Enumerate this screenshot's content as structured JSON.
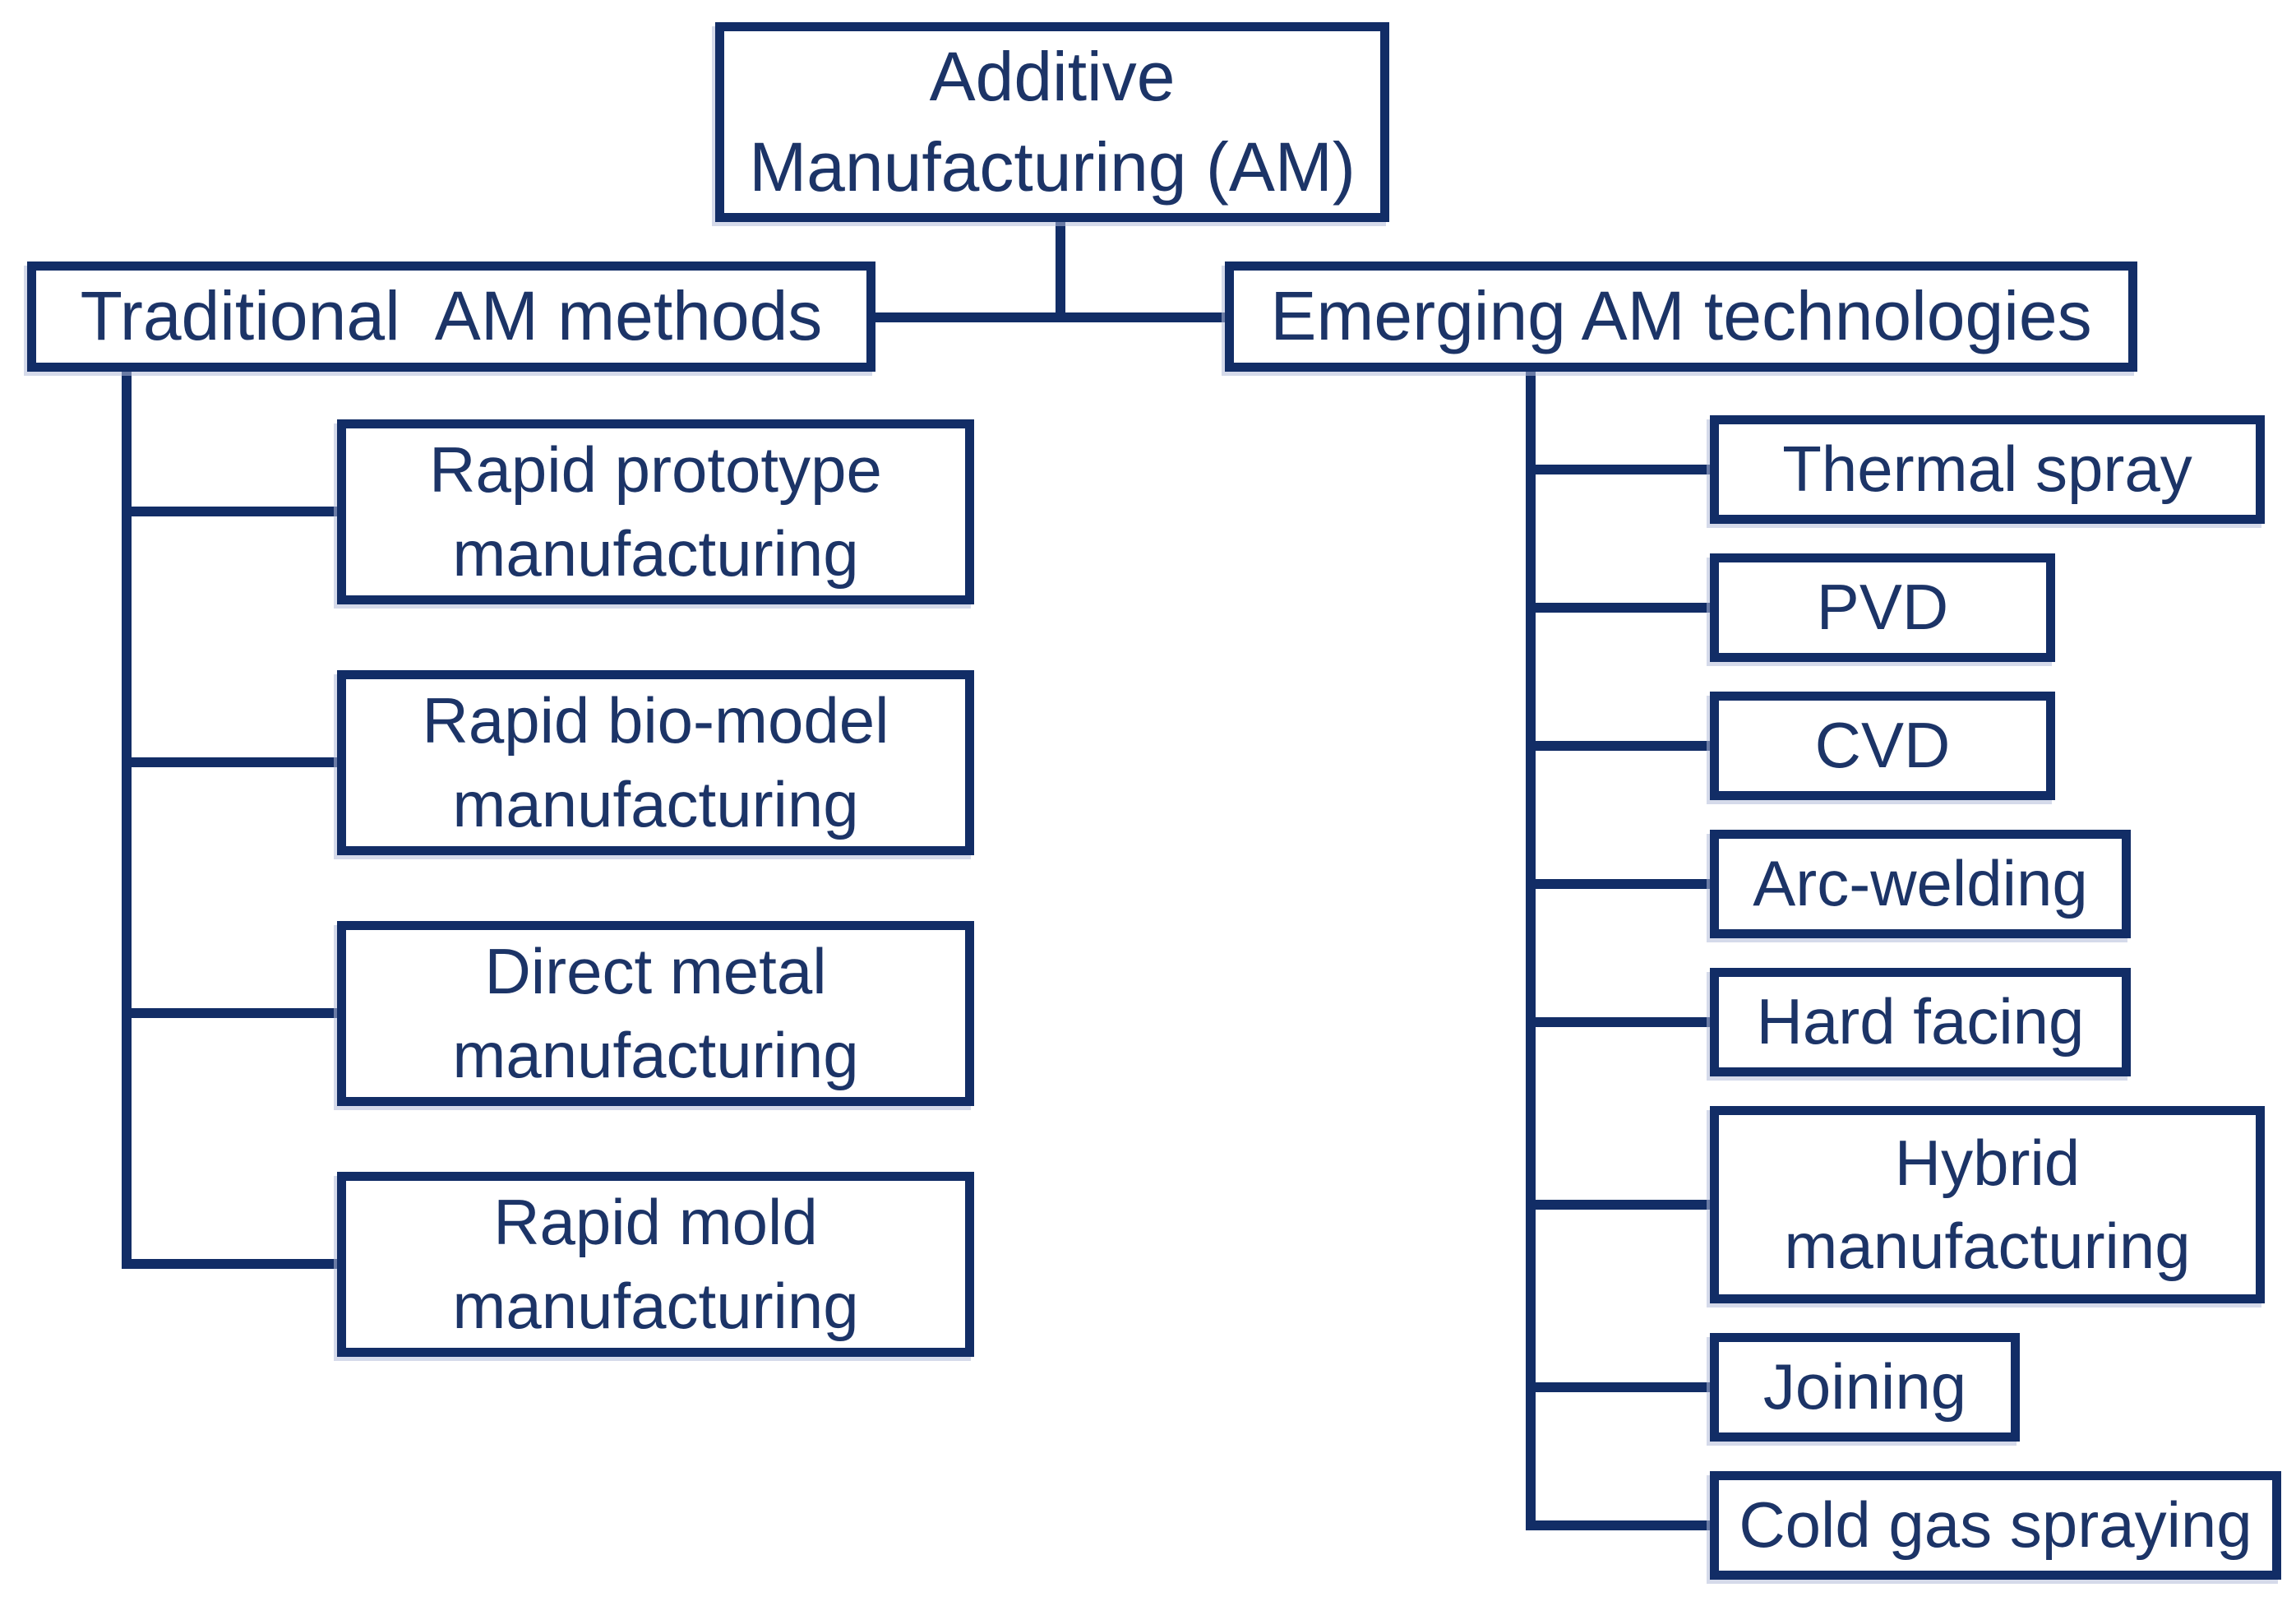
{
  "colors": {
    "line": "#122d66",
    "text": "#1c3467",
    "background": "#ffffff"
  },
  "diagram": {
    "type": "tree",
    "root": {
      "label": "Additive Manufacturing (AM)"
    },
    "branches": [
      {
        "label": "Traditional  AM methods",
        "children": [
          "Rapid prototype manufacturing",
          "Rapid bio-model manufacturing",
          "Direct metal manufacturing",
          "Rapid mold manufacturing"
        ]
      },
      {
        "label": "Emerging AM technologies",
        "children": [
          "Thermal spray",
          "PVD",
          "CVD",
          "Arc-welding",
          "Hard facing",
          "Hybrid manufacturing",
          "Joining",
          "Cold gas spraying"
        ]
      }
    ]
  }
}
